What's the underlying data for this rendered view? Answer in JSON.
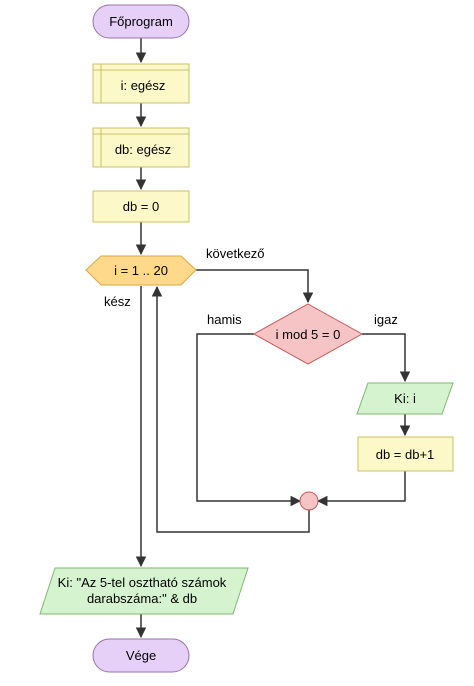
{
  "colors": {
    "terminal_fill": "#e6d0f8",
    "terminal_stroke": "#9673a6",
    "process_fill": "#fcf8c8",
    "process_stroke": "#c9c26a",
    "loop_fill": "#ffd98a",
    "loop_stroke": "#d6a84a",
    "decision_fill": "#f6c4c4",
    "decision_stroke": "#c45a5a",
    "io_fill": "#d6f3d0",
    "io_stroke": "#7cb86f",
    "connector_fill": "#f6c4c4",
    "connector_stroke": "#c45a5a",
    "line": "#333333"
  },
  "nodes": {
    "start": "Főprogram",
    "decl_i": "i: egész",
    "decl_db": "db: egész",
    "assign_db": "db = 0",
    "loop": "i = 1 .. 20",
    "decision": "i mod 5 = 0",
    "output_i": "Ki: i",
    "increment": "db = db+1",
    "output_final_line1": "Ki: \"Az 5-tel osztható számok",
    "output_final_line2": "darabszáma:\" & db",
    "end": "Vége"
  },
  "edge_labels": {
    "next": "következő",
    "done": "kész",
    "false": "hamis",
    "true": "igaz"
  }
}
